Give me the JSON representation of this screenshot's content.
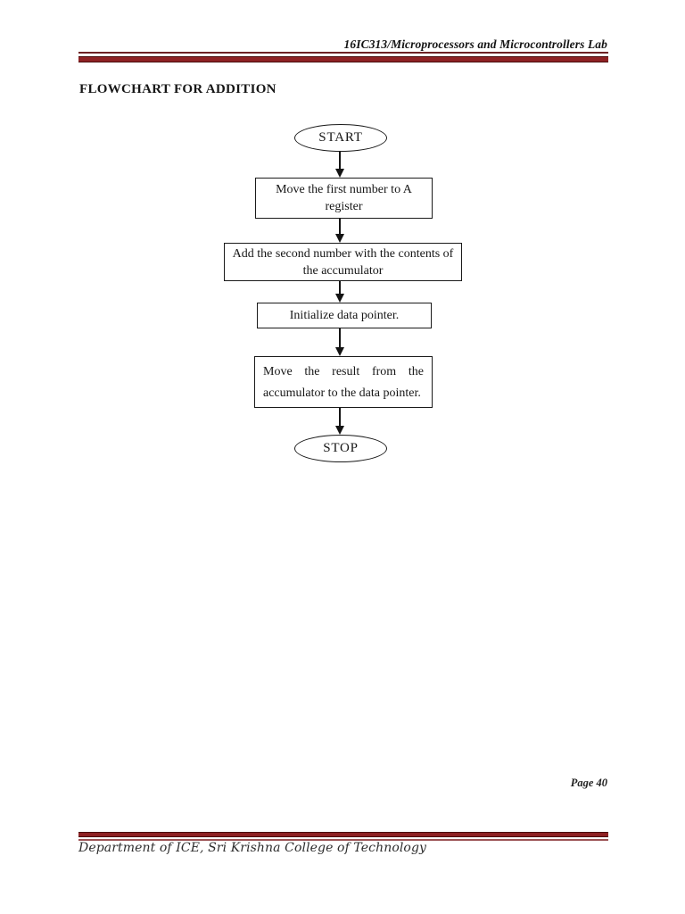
{
  "header": {
    "course_label": "16IC313/Microprocessors and Microcontrollers Lab"
  },
  "title": "FLOWCHART FOR ADDITION",
  "flowchart": {
    "nodes": [
      {
        "id": "start",
        "type": "terminator",
        "label": "START"
      },
      {
        "id": "move-first",
        "type": "process",
        "lines": [
          "Move the first number to A",
          "register"
        ]
      },
      {
        "id": "add-second",
        "type": "process",
        "lines": [
          "Add the second number with the contents of",
          "the accumulator"
        ]
      },
      {
        "id": "init-pointer",
        "type": "process",
        "lines": [
          "Initialize data pointer."
        ]
      },
      {
        "id": "move-result",
        "type": "process",
        "lines": [
          "Move the result from the",
          "accumulator to the data pointer."
        ]
      },
      {
        "id": "stop",
        "type": "terminator",
        "label": "STOP"
      }
    ],
    "edges": [
      {
        "from": "start",
        "to": "move-first"
      },
      {
        "from": "move-first",
        "to": "add-second"
      },
      {
        "from": "add-second",
        "to": "init-pointer"
      },
      {
        "from": "init-pointer",
        "to": "move-result"
      },
      {
        "from": "move-result",
        "to": "stop"
      }
    ]
  },
  "page_number": "Page 40",
  "footer": {
    "department_label": "Department of ICE, Sri Krishna College of Technology"
  },
  "colors": {
    "rule_maroon": "#8e2123",
    "rule_dark_edge": "#490c0d",
    "rule_thin_header": "#6e2123",
    "rule_thin_footer": "#9c5355",
    "text": "#1a1a1a",
    "background": "#ffffff"
  }
}
